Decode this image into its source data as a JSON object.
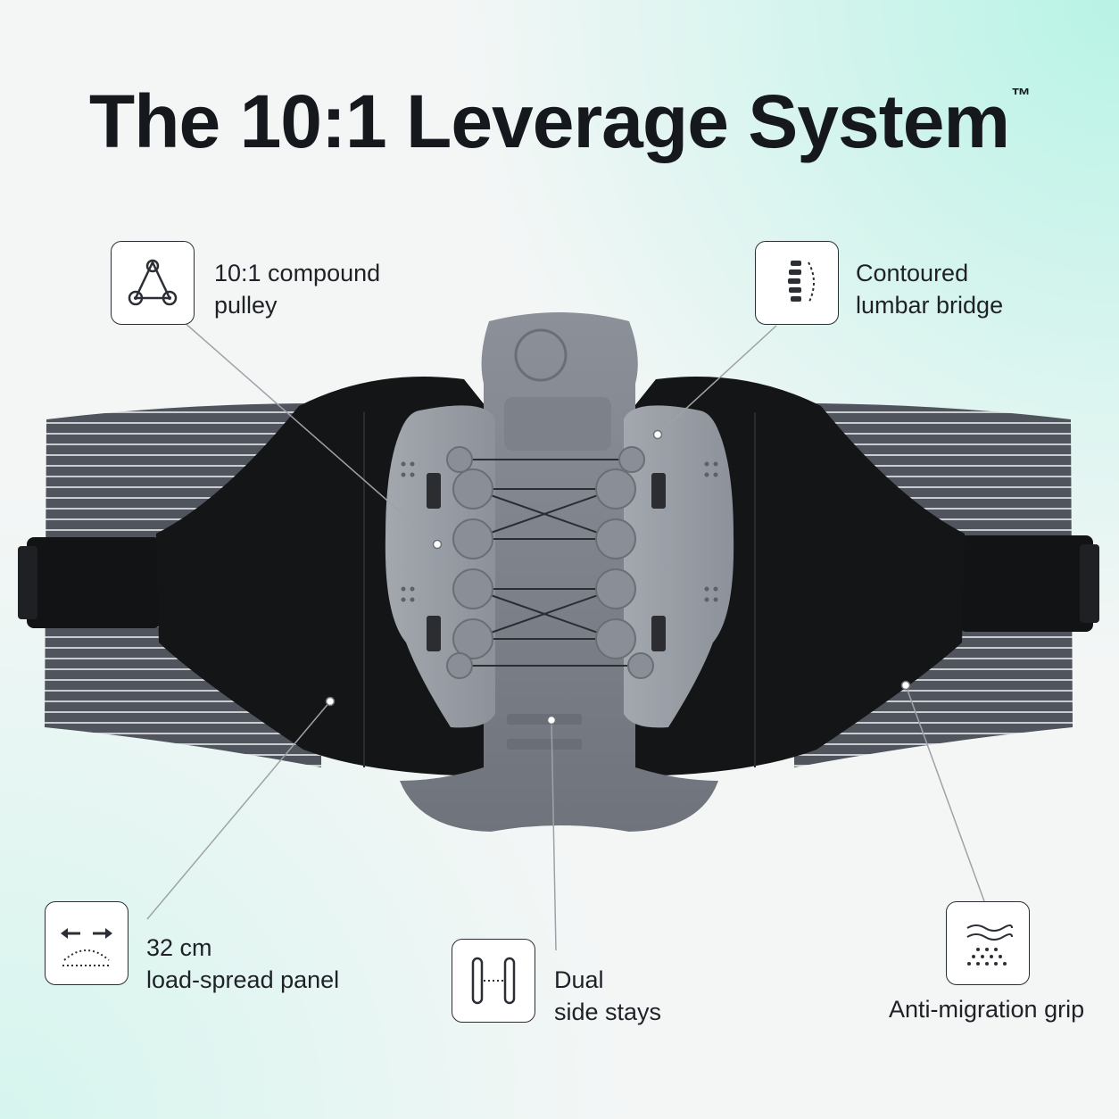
{
  "title": {
    "text": "The 10:1 Leverage System",
    "trademark": "™"
  },
  "callouts": {
    "pulley": {
      "line1": "10:1 compound",
      "line2": "pulley",
      "icon": "pulley-icon"
    },
    "lumbar": {
      "line1": "Contoured",
      "line2": "lumbar bridge",
      "icon": "spine-icon"
    },
    "panel": {
      "line1": "32 cm",
      "line2": "load-spread panel",
      "icon": "spread-arrows-icon"
    },
    "stays": {
      "line1": "Dual",
      "line2": "side stays",
      "icon": "stays-icon"
    },
    "grip": {
      "line1": "Anti-migration grip",
      "icon": "grip-texture-icon"
    }
  },
  "colors": {
    "background": "#f4f6f6",
    "accent": "#b8f3e6",
    "belt_black": "#141516",
    "plastic_gray": "#7f838c",
    "elastic_gray": "#555a63"
  }
}
